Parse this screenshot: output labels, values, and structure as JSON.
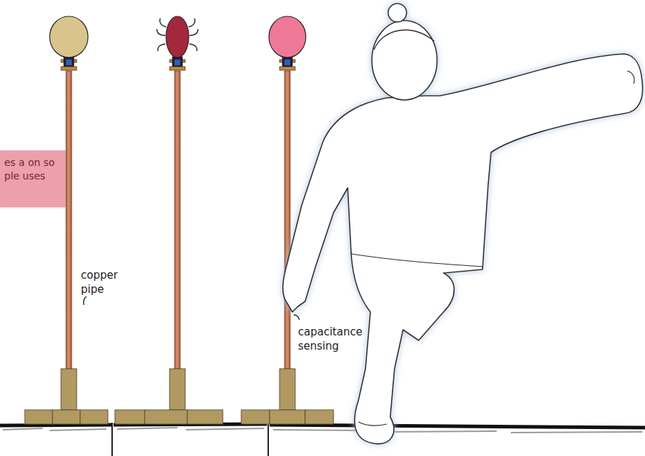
{
  "diagram": {
    "nodes": [
      {
        "text": [
          "es a on so ple uses"
        ]
      }
    ],
    "labels": [
      "copper pipe",
      "capacitance sensing"
    ]
  }
}
